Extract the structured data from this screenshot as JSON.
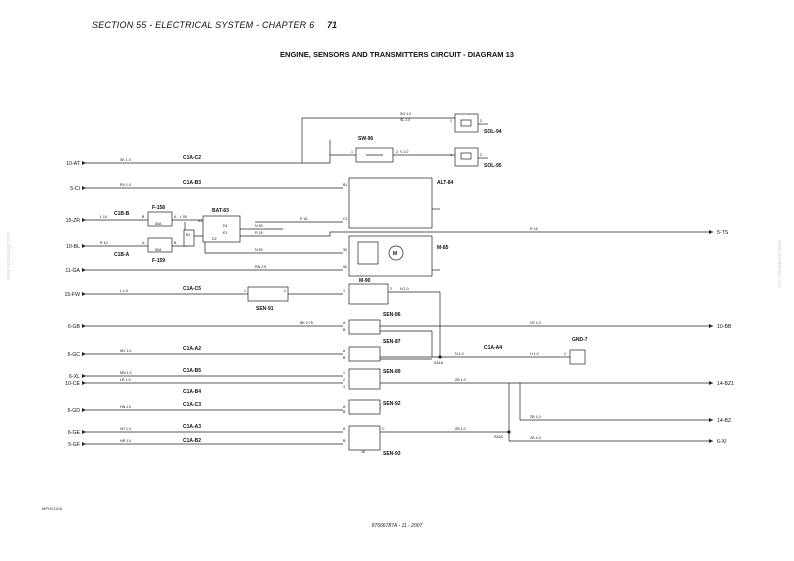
{
  "header": {
    "section": "SECTION 55 - ELECTRICAL SYSTEM - CHAPTER 6",
    "page_number": "71"
  },
  "diagram_title": "ENGINE, SENSORS AND TRANSMITTERS CIRCUIT - DIAGRAM 13",
  "footer": {
    "figure_code": "MPH2110A",
    "doc_ref": "87666787A - 11 - 2007"
  },
  "watermark": "www.epcatalogs.com",
  "left_terminals": [
    "10-AT",
    "5-CI",
    "15-ZR",
    "10-BL",
    "11-GA",
    "15-FW",
    "6-GB",
    "6-GC",
    "6-XL",
    "10-CE",
    "6-GD",
    "6-GE",
    "5-GF"
  ],
  "right_terminals": [
    "5-TS",
    "10-BB",
    "14-BZ1",
    "14-BZ",
    "6-XI"
  ],
  "connectors": [
    "C1A-C2",
    "C1A-B3",
    "C1B-B",
    "C1B-A",
    "C1A-C5",
    "C1A-A2",
    "C1A-B5",
    "C1A-B4",
    "C1A-C3",
    "C1A-A3",
    "C1A-B2",
    "C1A-A4"
  ],
  "components": [
    "SOL-94",
    "SOL-95",
    "SW-96",
    "ALT-84",
    "F-158",
    "F-159",
    "BAT-83",
    "M-85",
    "M-90",
    "SEN-91",
    "SEN-86",
    "SEN-87",
    "SEN-89",
    "SEN-92",
    "SEN-93",
    "GND-7"
  ],
  "component_inner": {
    "fuse_upper": "50A",
    "fuse_lower": "50A",
    "motor": "M"
  },
  "splices": [
    "SA18",
    "SA20"
  ],
  "wire_labels": [
    "SG 1.0",
    "SL 1.0",
    "SK 1.0",
    "V 1.0",
    "RV 1.0",
    "L 10",
    "L 50",
    "N 50",
    "R 16",
    "P 16",
    "R 10",
    "R 16",
    "N 50",
    "RN 2.5",
    "L 1.0",
    "N 1.0",
    "BK 0.75",
    "LR 1.0",
    "MV 1.0",
    "N 1.0",
    "H 1.0",
    "MN 1.0",
    "LR 1.0",
    "ZB 1.0",
    "HN 1.0",
    "VH 1.0",
    "ZB 1.0",
    "ZB 1.0",
    "ZB 1.0",
    "HR 1.0"
  ],
  "pin_labels": [
    "1",
    "2",
    "1",
    "2",
    "1",
    "2",
    "B1",
    "C1",
    "B",
    "A",
    "A",
    "B",
    "D1",
    "E1",
    "D2",
    "B1",
    "A1",
    "30",
    "50",
    "1",
    "2",
    "1",
    "2",
    "A",
    "B",
    "A",
    "B",
    "1",
    "2",
    "3",
    "A",
    "B",
    "A",
    "B",
    "C",
    "1",
    "1",
    "1",
    "1",
    "1",
    "1",
    "2",
    "1",
    "1",
    "1",
    "1",
    "1",
    "1",
    "2",
    "1",
    "1",
    "1",
    "1",
    "1",
    "1",
    "3",
    "1",
    "1K"
  ]
}
